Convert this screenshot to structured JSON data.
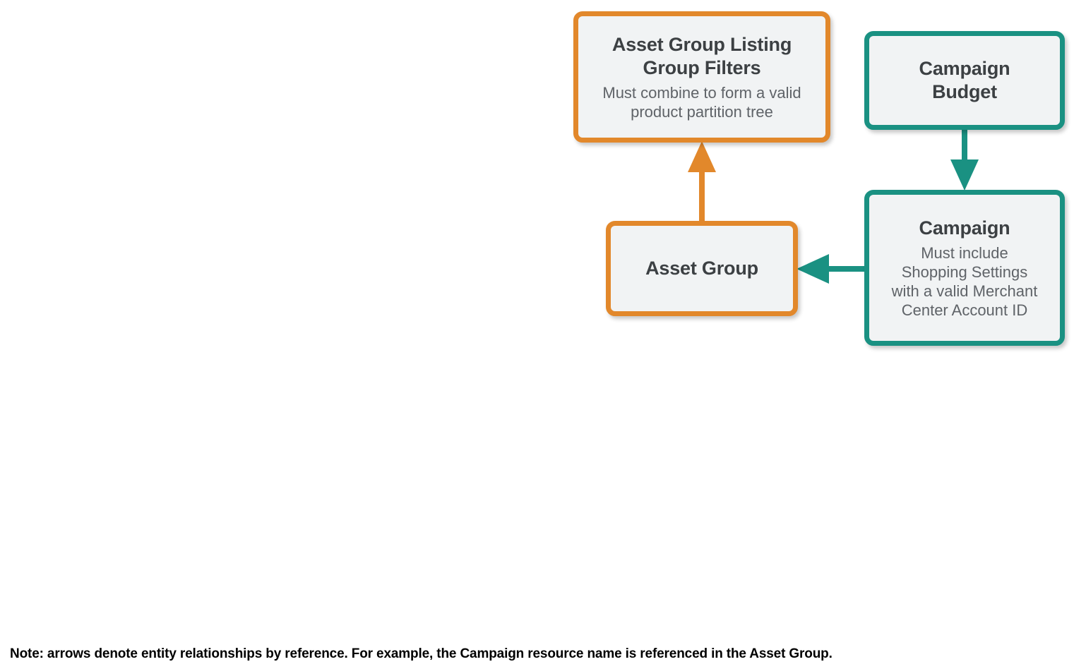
{
  "diagram": {
    "type": "entity-relationship",
    "background": "#ffffff",
    "palette": {
      "orange": "#e2882b",
      "teal": "#1a9182",
      "node_fill": "#f1f3f4",
      "title_text": "#3c4043",
      "body_text": "#5f6368",
      "footnote_text": "#000000"
    },
    "nodes": [
      {
        "id": "asset_group_listing_group_filters",
        "title": "Asset Group Listing\nGroup Filters",
        "description": "Must combine to form a valid\nproduct partition tree",
        "accent": "#e2882b"
      },
      {
        "id": "asset_group",
        "title": "Asset Group",
        "description": "",
        "accent": "#e2882b"
      },
      {
        "id": "campaign_budget",
        "title": "Campaign\nBudget",
        "description": "",
        "accent": "#1a9182"
      },
      {
        "id": "campaign",
        "title": "Campaign",
        "description": "Must include\nShopping Settings\nwith a valid Merchant\nCenter Account ID",
        "accent": "#1a9182"
      }
    ],
    "edges": [
      {
        "id": "asset-group-to-listing-group-filters",
        "from": "asset_group",
        "to": "asset_group_listing_group_filters",
        "direction": "up",
        "color": "#e2882b"
      },
      {
        "id": "campaign-budget-to-campaign",
        "from": "campaign_budget",
        "to": "campaign",
        "direction": "down",
        "color": "#1a9182"
      },
      {
        "id": "campaign-to-asset-group",
        "from": "campaign",
        "to": "asset_group",
        "direction": "left",
        "color": "#1a9182"
      }
    ],
    "footnote": "Note: arrows denote entity relationships by reference. For example, the Campaign resource name is referenced in the Asset Group."
  }
}
